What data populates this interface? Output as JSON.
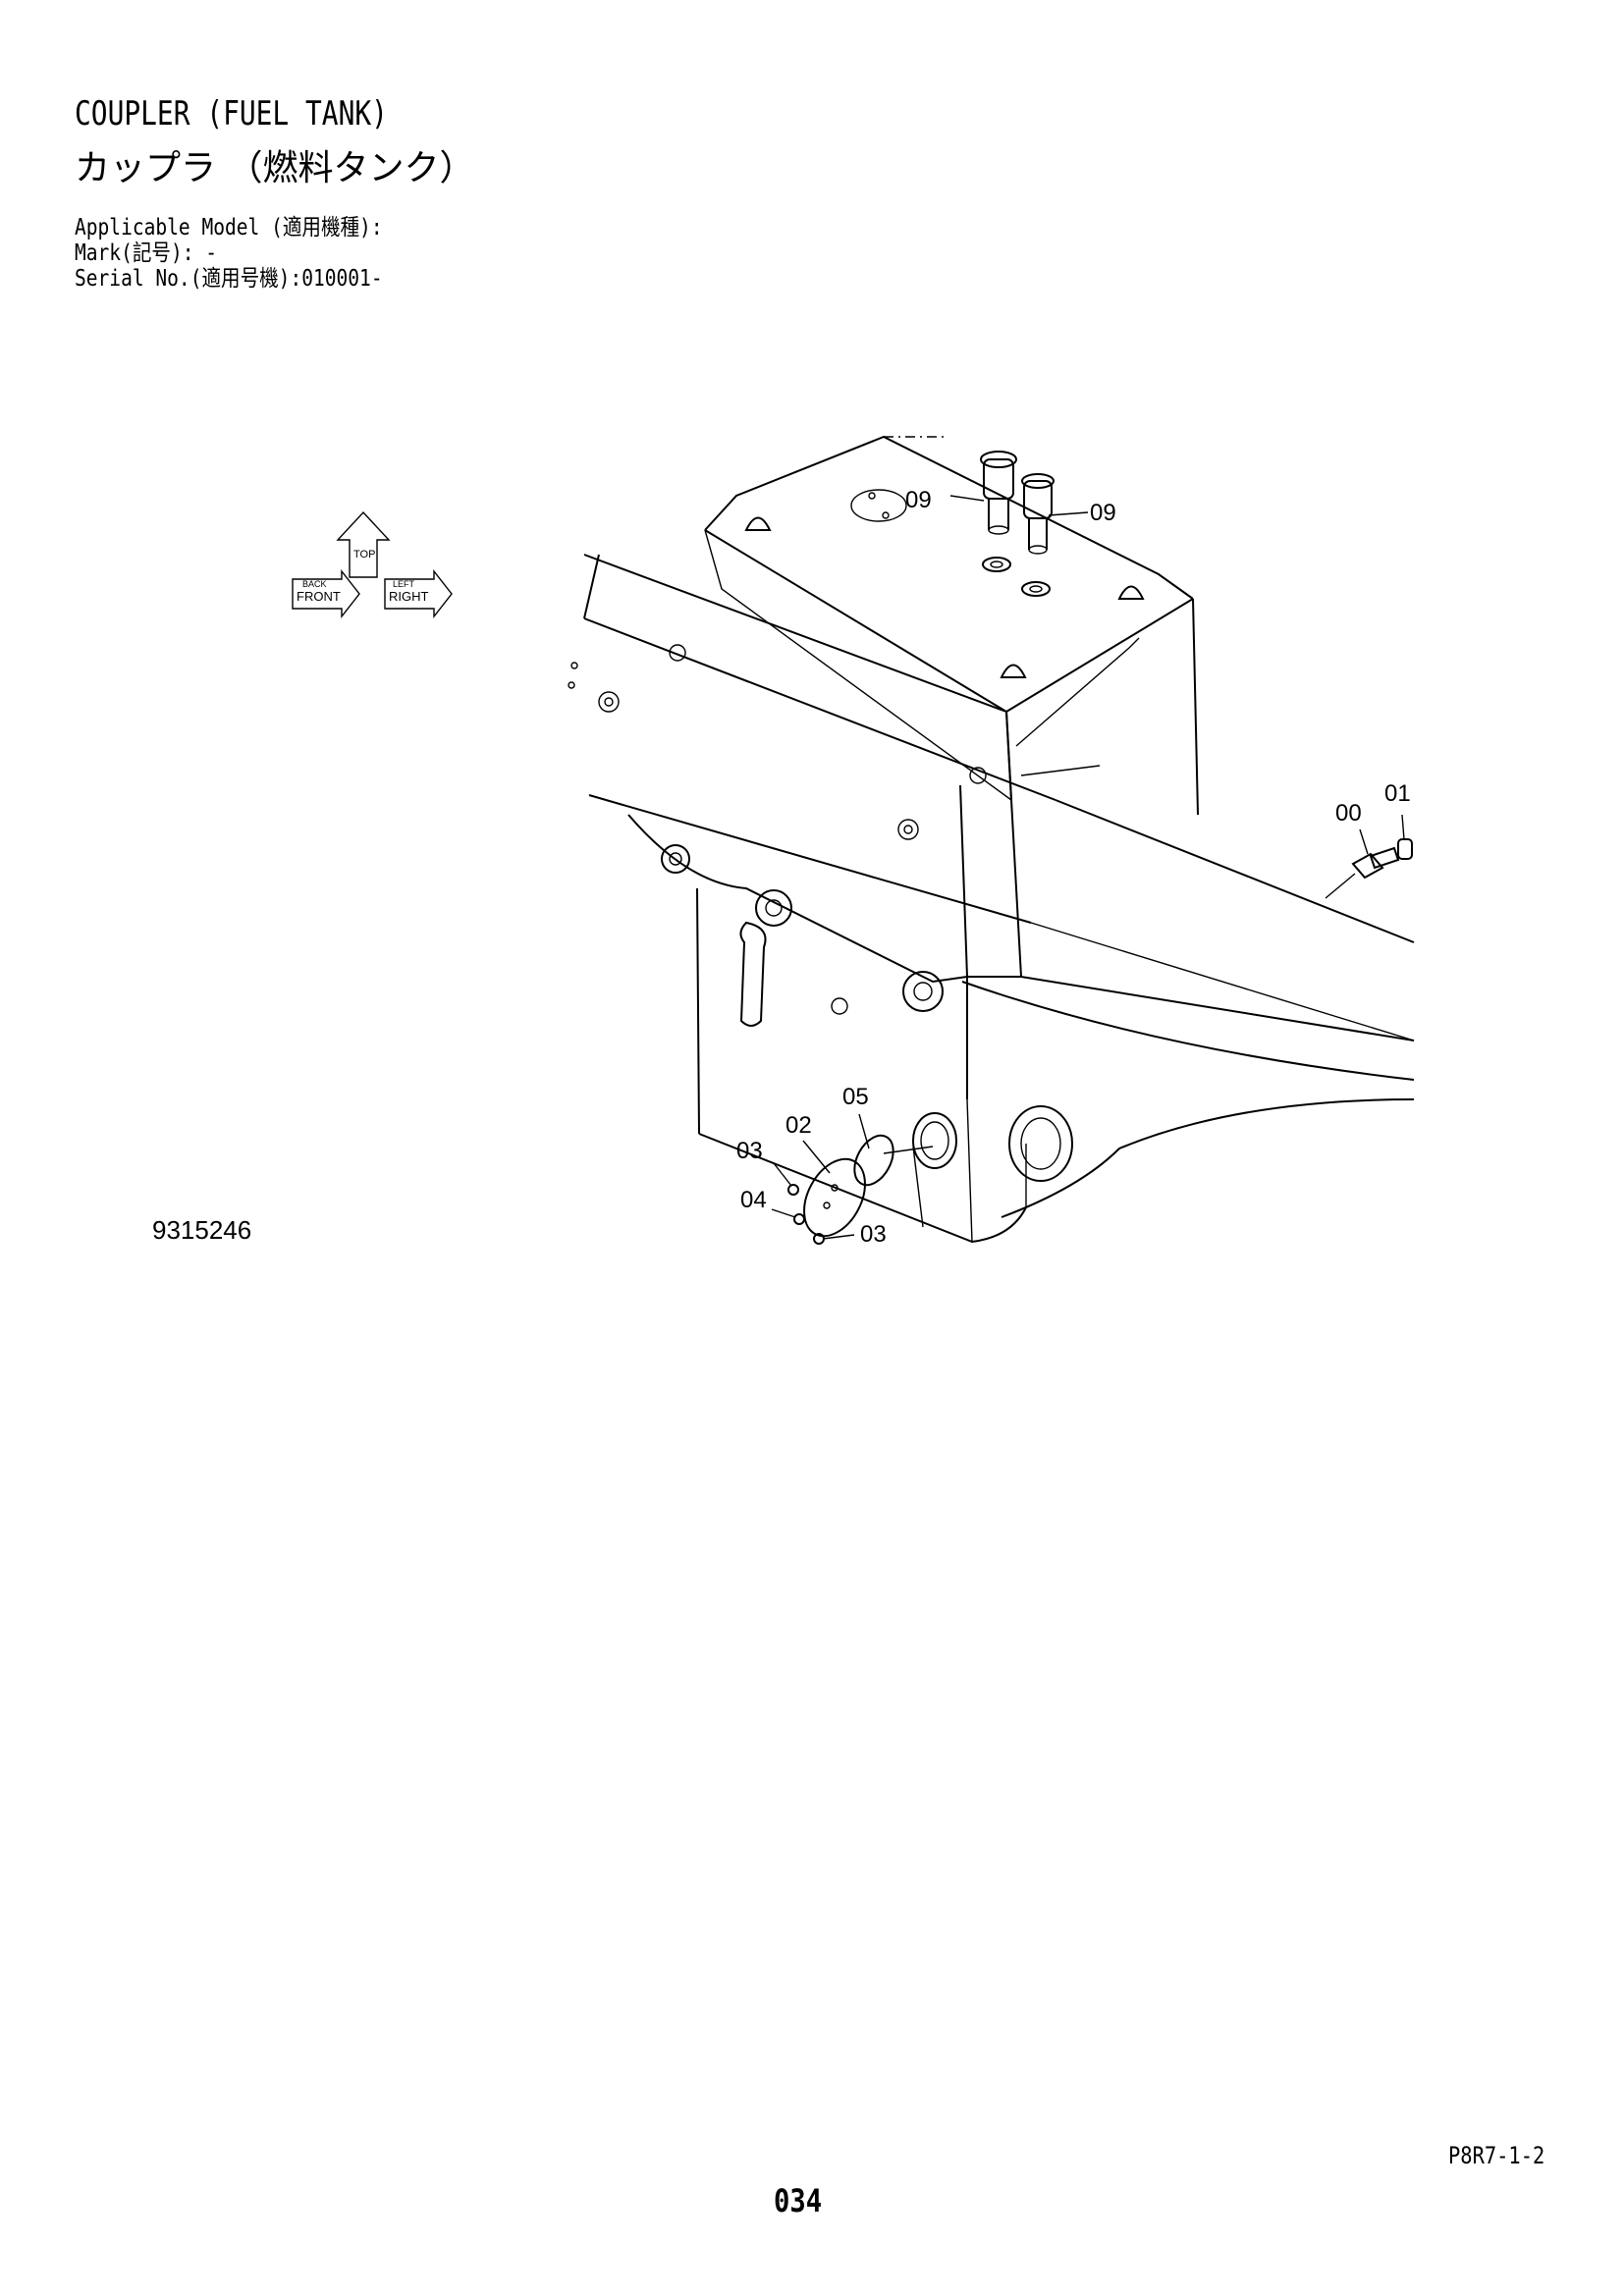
{
  "header": {
    "title_en": "COUPLER (FUEL TANK)",
    "title_jp": "カップラ （燃料タンク）",
    "applicable_model": "Applicable Model (適用機種):",
    "mark": "Mark(記号): -",
    "serial_no": "Serial No.(適用号機):010001-"
  },
  "orientation": {
    "front": "FRONT",
    "top": "TOP",
    "right": "RIGHT",
    "back": "BACK",
    "left": "LEFT"
  },
  "callouts": [
    "09",
    "09",
    "00",
    "01",
    "05",
    "02",
    "03",
    "04",
    "03"
  ],
  "drawing_number": "9315246",
  "footer": {
    "page_code": "P8R7-1-2",
    "page_number": "034"
  }
}
